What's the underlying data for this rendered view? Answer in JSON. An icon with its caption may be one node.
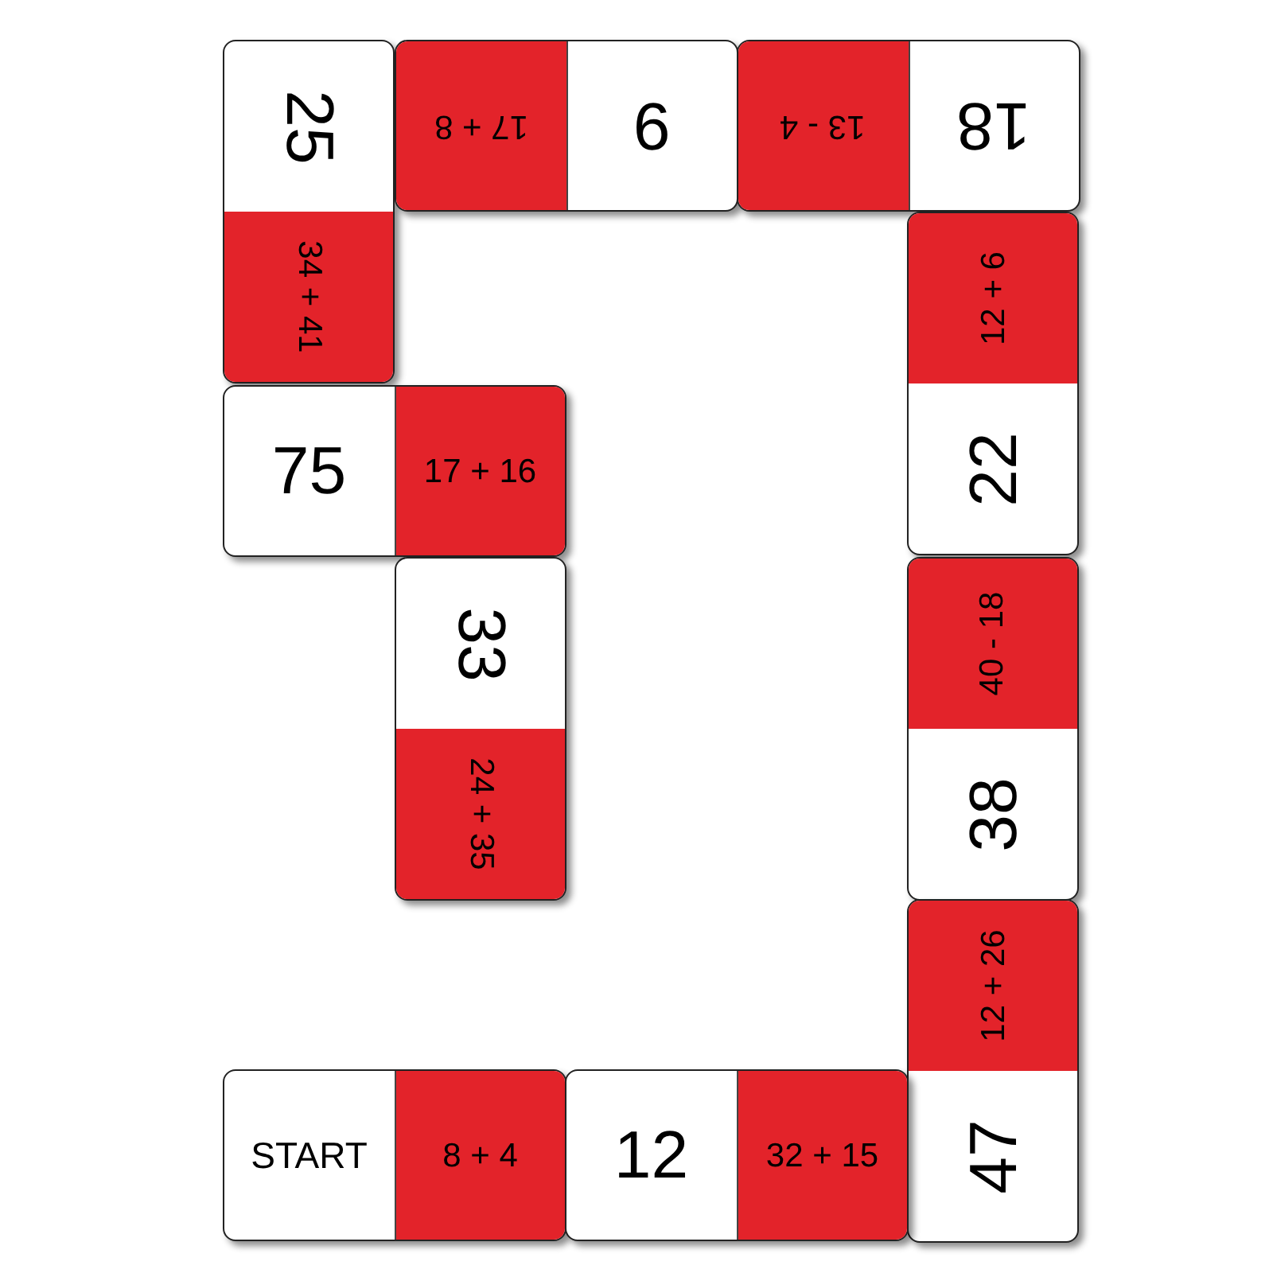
{
  "diagram": {
    "nodes": [
      {
        "text": [
          "25",
          "34 + 41"
        ]
      },
      {
        "text": [
          "17 + 8",
          "9"
        ]
      },
      {
        "text": [
          "13 - 4",
          "18"
        ]
      },
      {
        "text": [
          "12 + 6",
          "22"
        ]
      },
      {
        "text": [
          "75",
          "17 + 16"
        ]
      },
      {
        "text": [
          "33",
          "24 + 35"
        ]
      },
      {
        "text": [
          "40 - 18",
          "38"
        ]
      },
      {
        "text": [
          "12 + 26",
          "47"
        ]
      },
      {
        "text": [
          "START",
          "8 + 4"
        ]
      },
      {
        "text": [
          "12",
          "32 + 15"
        ]
      }
    ]
  }
}
